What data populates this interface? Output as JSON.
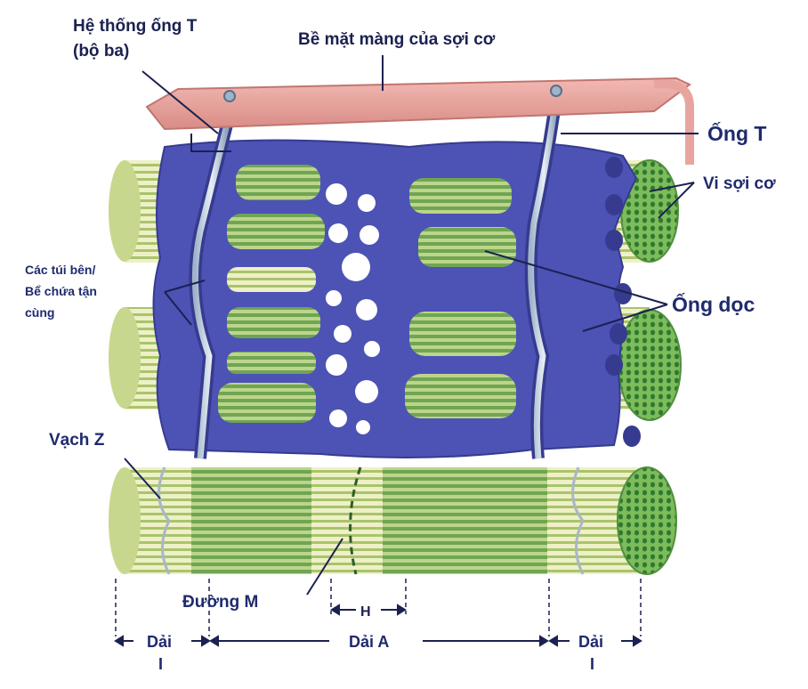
{
  "labels": {
    "t_system_line1": "Hệ thống ống T",
    "t_system_line2": "(bộ ba)",
    "membrane": "Bề mặt màng của sợi cơ",
    "t_tubule": "Ống T",
    "myofibril": "Vi sợi cơ",
    "cisternae_line1": "Các túi bên/",
    "cisternae_line2": "Bể chứa tận",
    "cisternae_line3": "cùng",
    "longitudinal": "Ống dọc",
    "z_line": "Vạch Z",
    "m_line": "Đường M",
    "h_zone": "H",
    "i_band_left_line1": "Dải",
    "i_band_left_line2": "I",
    "a_band": "Dải A",
    "i_band_right_line1": "Dải",
    "i_band_right_line2": "I"
  },
  "colors": {
    "label_text": "#1f2a6e",
    "membrane_fill": "#e8a5a0",
    "sarcoplasmic_reticulum": "#4a4fb0",
    "myofibril_green": "#8fb86a",
    "myofibril_stripe": "#e7ecc2",
    "fibril_end": "#3f8a3a"
  }
}
